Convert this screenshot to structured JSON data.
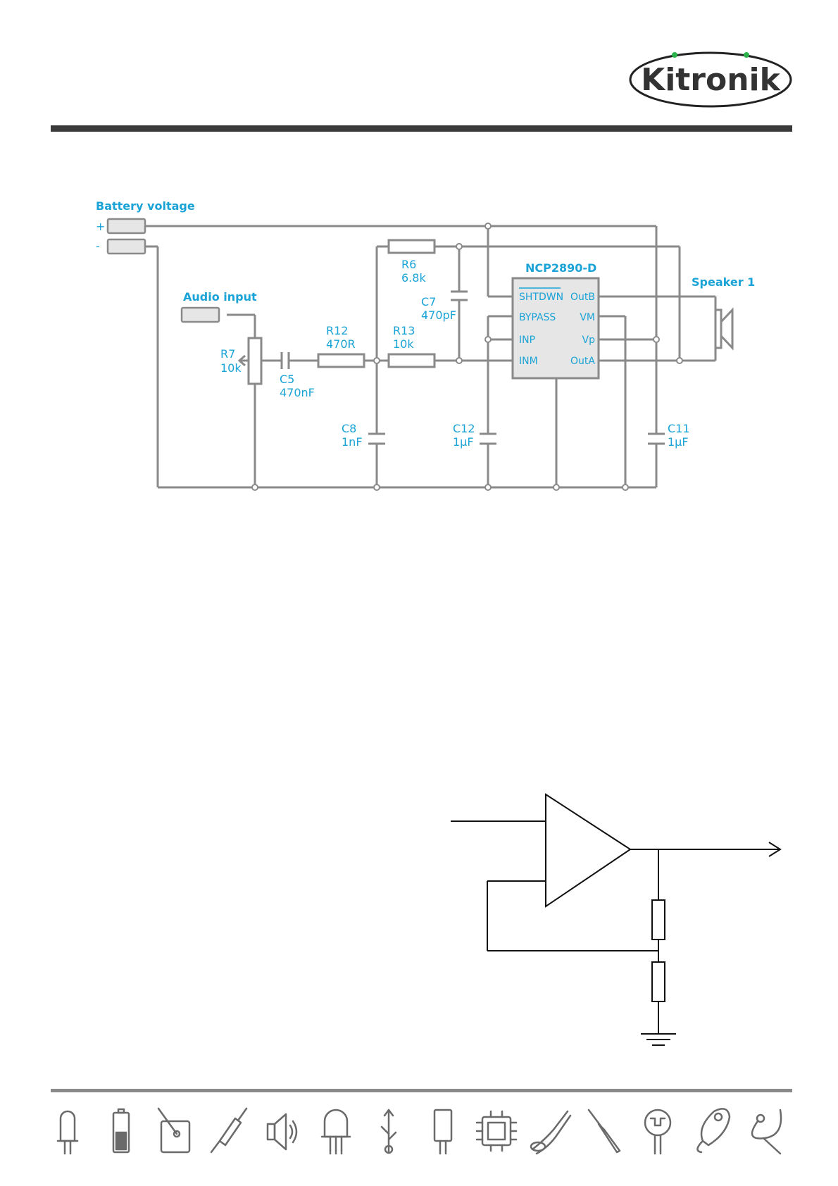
{
  "brand": {
    "logo_text": "Kitronik",
    "accent_color": "#1aa3d6",
    "logo_dot_color": "#2bb24c"
  },
  "schematic": {
    "battery": {
      "label": "Battery voltage",
      "plus": "+",
      "minus": "-"
    },
    "audio_input": {
      "label": "Audio input"
    },
    "ic": {
      "name": "NCP2890-D",
      "pins_left": [
        "SHTDWN",
        "BYPASS",
        "INP",
        "INM"
      ],
      "pins_right": [
        "OutB",
        "VM",
        "Vp",
        "OutA"
      ]
    },
    "speaker": {
      "label": "Speaker 1"
    },
    "components": {
      "r6": {
        "ref": "R6",
        "value": "6.8k"
      },
      "c7": {
        "ref": "C7",
        "value": "470pF"
      },
      "r7": {
        "ref": "R7",
        "value": "10k"
      },
      "c5": {
        "ref": "C5",
        "value": "470nF"
      },
      "r12": {
        "ref": "R12",
        "value": "470R"
      },
      "r13": {
        "ref": "R13",
        "value": "10k"
      },
      "c8": {
        "ref": "C8",
        "value": "1nF"
      },
      "c12": {
        "ref": "C12",
        "value": "1µF"
      },
      "c11": {
        "ref": "C11",
        "value": "1µF"
      }
    }
  },
  "footer_icons": [
    "led-icon",
    "battery-icon",
    "switch-icon",
    "resistor-icon",
    "speaker-icon",
    "transistor-icon",
    "usb-icon",
    "capacitor-icon",
    "chip-icon",
    "pliers-icon",
    "soldering-iron-icon",
    "ldr-icon",
    "battery-clip-icon",
    "wire-icon"
  ]
}
